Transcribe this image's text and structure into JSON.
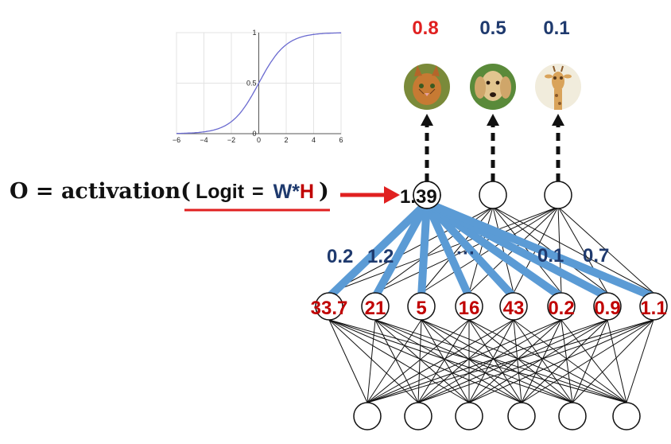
{
  "formula": {
    "prefix": "O = activation(",
    "logit_label": "Logit",
    "equals": "=",
    "w_label": "W*",
    "h_label": "H",
    "close_paren": ")",
    "logit_value": "1.39"
  },
  "outputs": [
    {
      "prob": "0.8",
      "prob_color": "#e02020",
      "animal": "cat"
    },
    {
      "prob": "0.5",
      "prob_color": "#1f3a6e",
      "animal": "dog"
    },
    {
      "prob": "0.1",
      "prob_color": "#1f3a6e",
      "animal": "giraffe"
    }
  ],
  "hidden_values": [
    "33.7",
    "21",
    "5",
    "16",
    "43",
    "0.2",
    "0.9",
    "1.1"
  ],
  "weights": {
    "w1": "0.2",
    "w2": "1.2",
    "ellipsis": "···",
    "w7": "0.1",
    "w8": "0.7"
  },
  "sigmoid_plot": {
    "x_ticks": [
      "−6",
      "−4",
      "−2",
      "0",
      "2",
      "4",
      "6"
    ],
    "y_ticks": [
      "0",
      "0.5",
      "1"
    ],
    "xlim": [
      -6,
      6
    ],
    "ylim": [
      0,
      1
    ]
  },
  "colors": {
    "accent_red": "#e02020",
    "hidden_value_red": "#c00000",
    "weight_blue": "#1f3a6e",
    "connection_blue": "#5b9bd5",
    "curve": "#6b6bd0"
  }
}
